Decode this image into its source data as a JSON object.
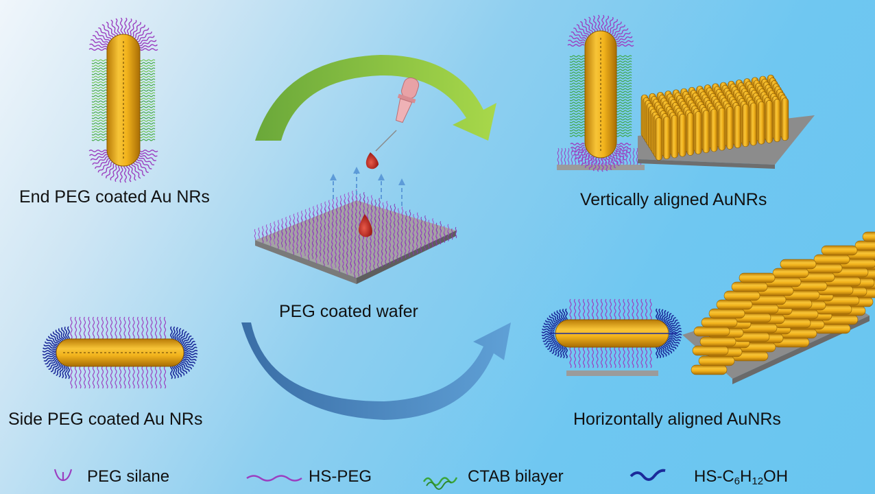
{
  "labels": {
    "end_peg": "End PEG coated Au NRs",
    "side_peg": "Side PEG coated Au NRs",
    "wafer": "PEG coated wafer",
    "vertical": "Vertically aligned AuNRs",
    "horizontal": "Horizontally aligned AuNRs"
  },
  "legend": {
    "peg_silane": "PEG silane",
    "hs_peg": "HS-PEG",
    "ctab": "CTAB bilayer",
    "hs_c6": {
      "prefix": "HS-C",
      "sub1": "6",
      "mid": "H",
      "sub2": "12",
      "suffix": "OH"
    }
  },
  "colors": {
    "gold": "#f2b31c",
    "gold_dark": "#c98a0a",
    "purple": "#9b3fc0",
    "green": "#3aa53a",
    "navy": "#1b2a9a",
    "arrow_green": "#9ccd45",
    "arrow_blue": "#3f7fb8",
    "drop_red": "#c8231f",
    "dropper_pink": "#e8a2a6"
  }
}
